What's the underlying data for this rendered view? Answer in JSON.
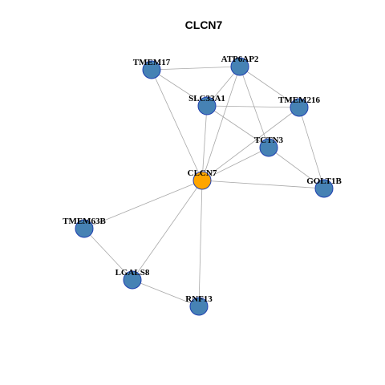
{
  "title": "CLCN7",
  "colors": {
    "center_node": "#FFA500",
    "neighbor_node": "#4682B4",
    "node_border": "#1F3FB0",
    "edge": "#A8A8A8"
  },
  "nodes": [
    {
      "id": "CLCN7",
      "label": "CLCN7",
      "role": "center"
    },
    {
      "id": "TMEM17",
      "label": "TMEM17",
      "role": "neighbor"
    },
    {
      "id": "ATP6AP2",
      "label": "ATP6AP2",
      "role": "neighbor"
    },
    {
      "id": "SLC33A1",
      "label": "SLC33A1",
      "role": "neighbor"
    },
    {
      "id": "TMEM216",
      "label": "TMEM216",
      "role": "neighbor"
    },
    {
      "id": "TCTN3",
      "label": "TCTN3",
      "role": "neighbor"
    },
    {
      "id": "GOLT1B",
      "label": "GOLT1B",
      "role": "neighbor"
    },
    {
      "id": "TMEM63B",
      "label": "TMEM63B",
      "role": "neighbor"
    },
    {
      "id": "LGALS8",
      "label": "LGALS8",
      "role": "neighbor"
    },
    {
      "id": "RNF13",
      "label": "RNF13",
      "role": "neighbor"
    }
  ],
  "edges": [
    [
      "TMEM17",
      "ATP6AP2"
    ],
    [
      "TMEM17",
      "SLC33A1"
    ],
    [
      "TMEM17",
      "CLCN7"
    ],
    [
      "ATP6AP2",
      "SLC33A1"
    ],
    [
      "ATP6AP2",
      "TMEM216"
    ],
    [
      "ATP6AP2",
      "TCTN3"
    ],
    [
      "ATP6AP2",
      "CLCN7"
    ],
    [
      "SLC33A1",
      "TMEM216"
    ],
    [
      "SLC33A1",
      "TCTN3"
    ],
    [
      "SLC33A1",
      "CLCN7"
    ],
    [
      "TMEM216",
      "CLCN7"
    ],
    [
      "TMEM216",
      "GOLT1B"
    ],
    [
      "TCTN3",
      "CLCN7"
    ],
    [
      "TCTN3",
      "GOLT1B"
    ],
    [
      "CLCN7",
      "GOLT1B"
    ],
    [
      "CLCN7",
      "TMEM63B"
    ],
    [
      "CLCN7",
      "LGALS8"
    ],
    [
      "CLCN7",
      "RNF13"
    ],
    [
      "TMEM63B",
      "LGALS8"
    ],
    [
      "LGALS8",
      "RNF13"
    ]
  ]
}
